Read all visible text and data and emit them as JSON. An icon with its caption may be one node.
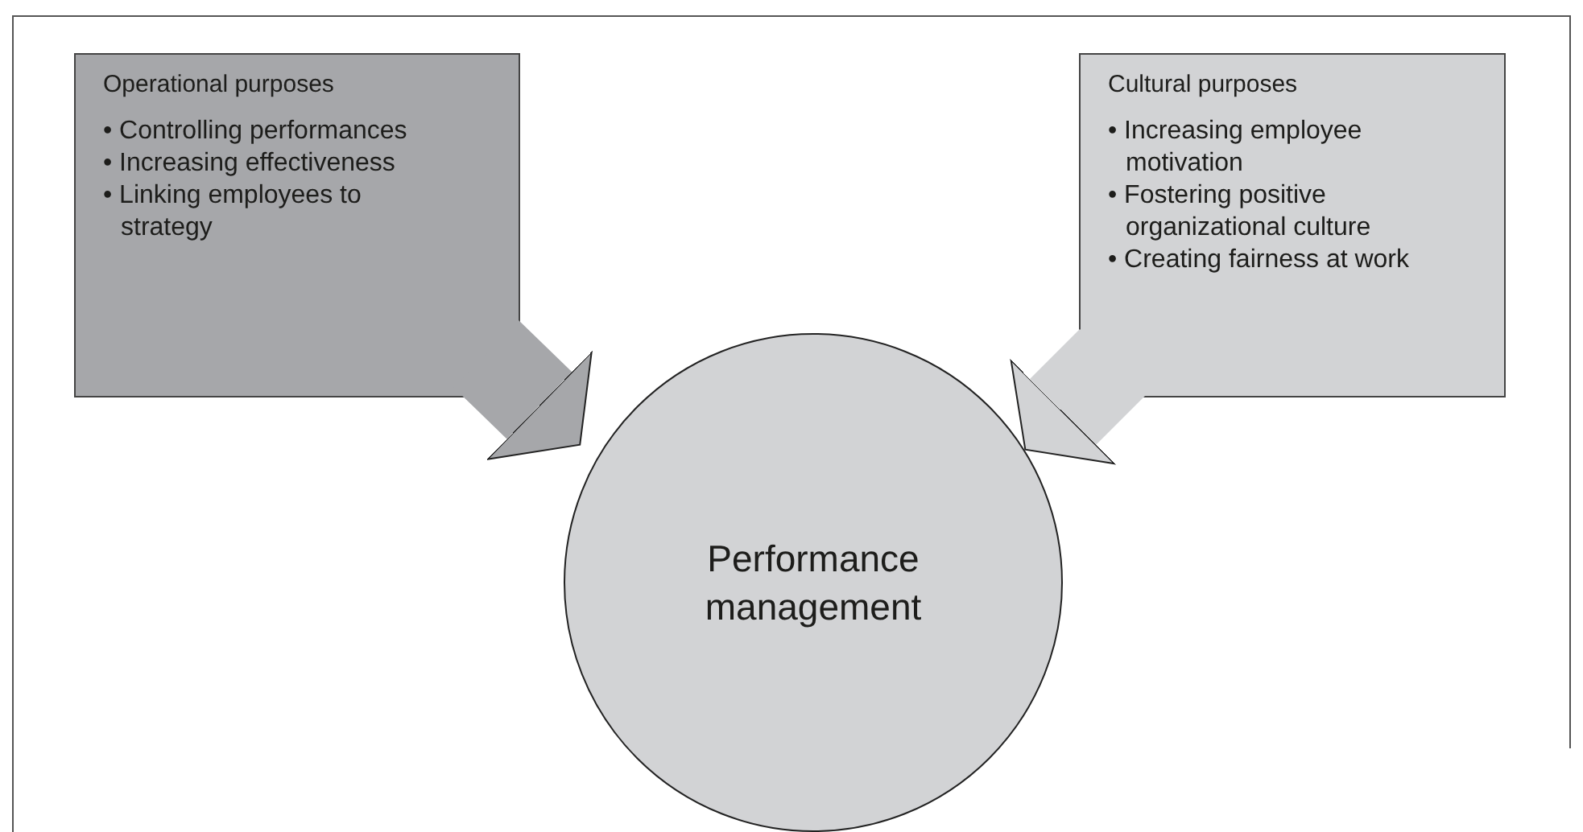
{
  "diagram": {
    "nodes": [
      {
        "text": [
          "Operational purposes",
          "• Controlling performances",
          "• Increasing effectiveness",
          "• Linking employees to strategy"
        ]
      },
      {
        "text": [
          "Cultural purposes",
          "• Increasing employee motivation",
          "• Fostering positive organizational culture",
          "• Creating fairness at work"
        ]
      },
      {
        "text": [
          "Performance management"
        ]
      }
    ],
    "edges": [
      {
        "from": 0,
        "to": 2,
        "arrow": "to",
        "color": "#a6a7aa"
      },
      {
        "from": 1,
        "to": 2,
        "arrow": "to",
        "color": "#d2d3d5"
      }
    ]
  }
}
